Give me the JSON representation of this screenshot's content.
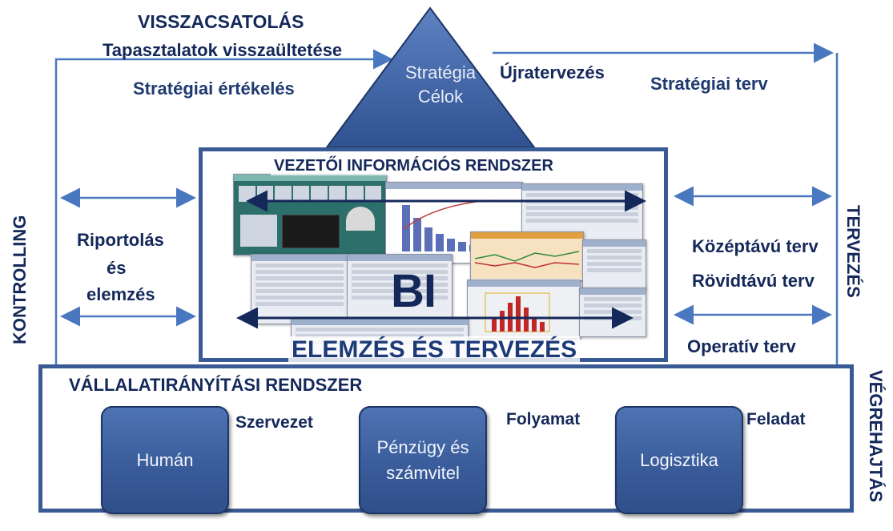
{
  "strategy": {
    "line1": "Stratégia",
    "line2": "Célok"
  },
  "feedback": {
    "title": "VISSZACSATOLÁS",
    "subtitle": "Tapasztalatok visszaültetése",
    "evaluation": "Stratégiai értékelés"
  },
  "planning_top": {
    "replanning": "Újratervezés",
    "strategic_plan": "Stratégiai terv"
  },
  "left": {
    "side_label": "KONTROLLING",
    "reporting_line1": "Riportolás",
    "reporting_line2": "és",
    "reporting_line3": "elemzés"
  },
  "right": {
    "side_label_top": "TERVEZÉS",
    "side_label_bottom": "VÉGREHAJTÁS",
    "mid_term": "Középtávú terv",
    "short_term": "Rövidtávú terv",
    "operative": "Operatív terv"
  },
  "bi_box": {
    "title": "VEZETŐI INFORMÁCIÓS RENDSZER",
    "center": "BI",
    "bottom": "ELEMZÉS ÉS TERVEZÉS"
  },
  "enterprise": {
    "title": "VÁLLALATIRÁNYÍTÁSI RENDSZER",
    "modules": [
      {
        "label": "Humán"
      },
      {
        "label": "Pénzügy és számvitel"
      },
      {
        "label": "Logisztika"
      }
    ],
    "links": {
      "organization": "Szervezet",
      "process": "Folyamat",
      "task": "Feladat"
    }
  },
  "colors": {
    "dark_blue": "#14285a",
    "mid_blue": "#3a5a94",
    "arrow_blue": "#4a78c0"
  }
}
